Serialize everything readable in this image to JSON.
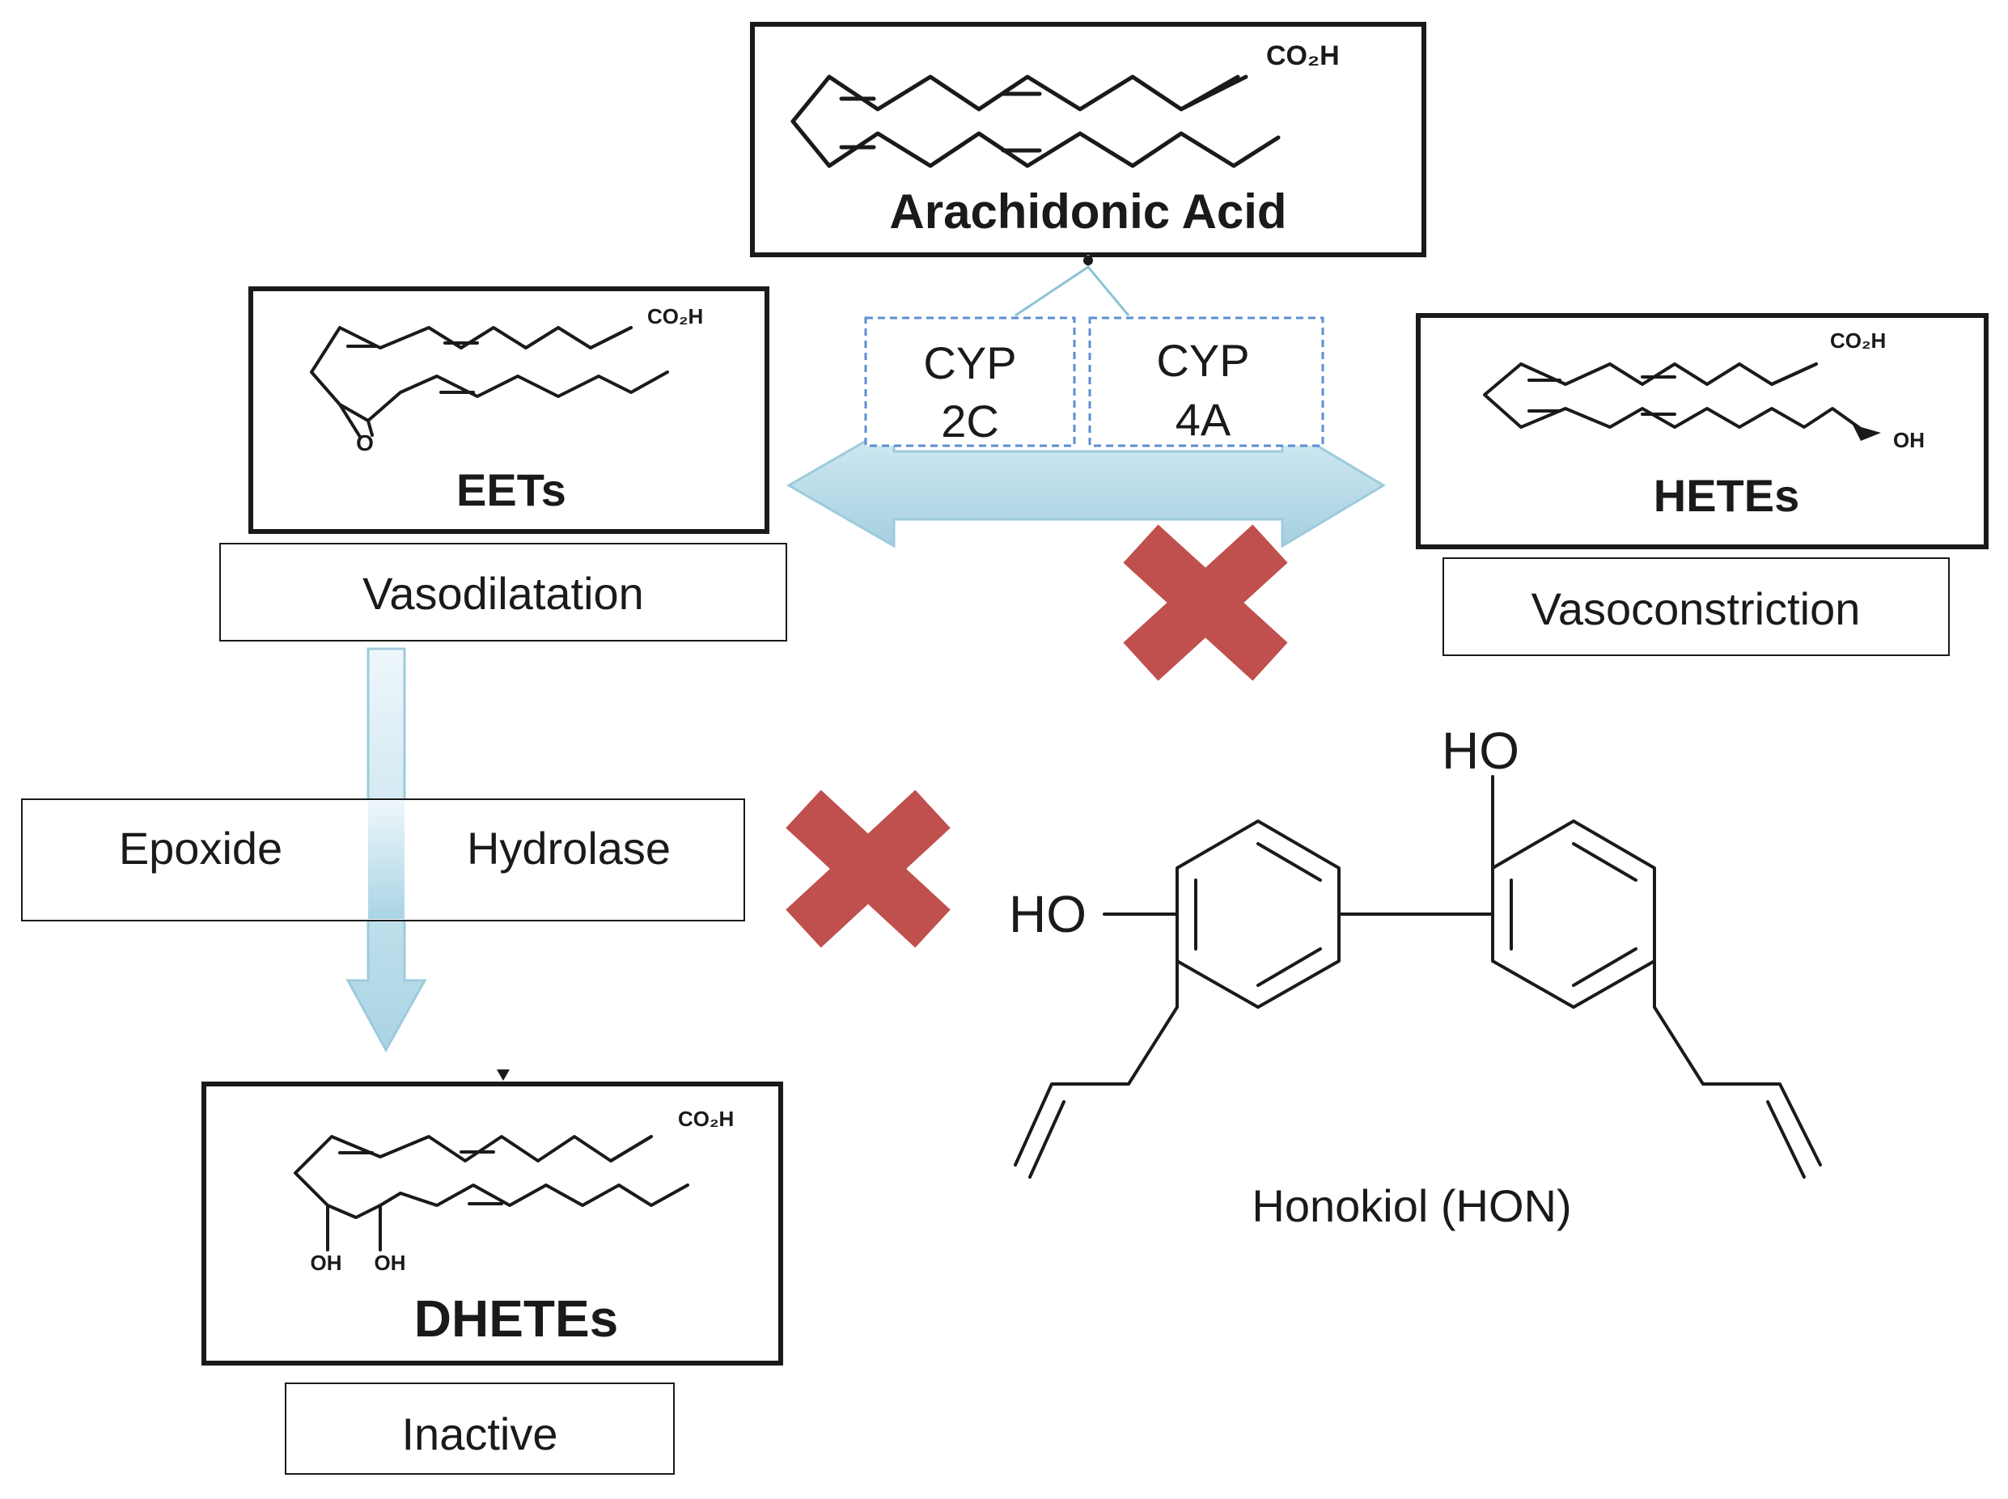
{
  "arachidonic": {
    "name": "Arachidonic Acid",
    "acid_group": "CO₂H"
  },
  "eets": {
    "name": "EETs",
    "acid_group": "CO₂H",
    "epoxide": "O",
    "effect": "Vasodilatation"
  },
  "hetes": {
    "name": "HETEs",
    "acid_group": "CO₂H",
    "hydroxyl": "OH",
    "effect": "Vasoconstriction"
  },
  "dhetes": {
    "name": "DHETEs",
    "acid_group": "CO₂H",
    "hydroxyl_1": "OH",
    "hydroxyl_2": "OH",
    "effect": "Inactive"
  },
  "enzymes": {
    "cyp2c_line1": "CYP",
    "cyp2c_line2": "2C",
    "cyp4a_line1": "CYP",
    "cyp4a_line2": "4A",
    "hydrolase_left": "Epoxide",
    "hydrolase_right": "Hydrolase"
  },
  "honokiol": {
    "name": "Honokiol  (HON)",
    "hydroxyl_top": "HO",
    "hydroxyl_left": "HO"
  },
  "colors": {
    "inhibit_x": "#c0504d",
    "arrow_fill": "#bfe0ec",
    "arrow_stroke": "#9ecbdc",
    "enzyme_border": "#5b8fd0"
  }
}
